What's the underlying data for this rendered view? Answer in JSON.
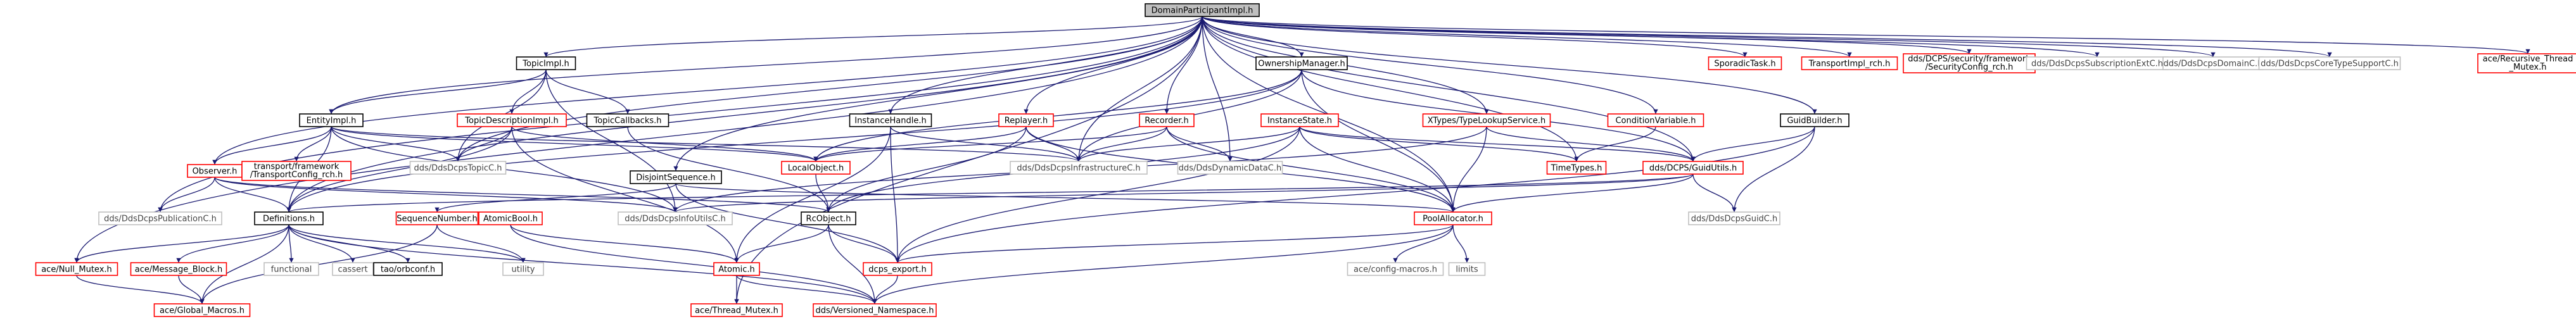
{
  "graph": {
    "title": "DomainParticipantImpl.h",
    "colors": {
      "edge": "#191970",
      "root_fill": "#bfbfbf",
      "root_border": "#000000",
      "documented_border": "#000000",
      "external_border": "#bfbfbf",
      "missing_border": "#ff0000",
      "text": "#000000",
      "muted_text": "#444444"
    },
    "nodes": [
      {
        "id": "root",
        "label": "DomainParticipantImpl.h",
        "kind": "root"
      },
      {
        "id": "topicimpl",
        "label": "TopicImpl.h",
        "kind": "documented"
      },
      {
        "id": "ownershipmgr",
        "label": "OwnershipManager.h",
        "kind": "documented"
      },
      {
        "id": "sporadic",
        "label": "SporadicTask.h",
        "kind": "missing"
      },
      {
        "id": "transportimplrch",
        "label": "TransportImpl_rch.h",
        "kind": "missing"
      },
      {
        "id": "secconfigrch",
        "label": "dds/DCPS/security/framework\n/SecurityConfig_rch.h",
        "kind": "missing"
      },
      {
        "id": "subscriptionext",
        "label": "dds/DdsDcpsSubscriptionExtC.h",
        "kind": "external"
      },
      {
        "id": "domainc",
        "label": "dds/DdsDcpsDomainC.h",
        "kind": "external"
      },
      {
        "id": "coretypesupport",
        "label": "dds/DdsDcpsCoreTypeSupportC.h",
        "kind": "external"
      },
      {
        "id": "recthreadmutex",
        "label": "ace/Recursive_Thread\n_Mutex.h",
        "kind": "missing"
      },
      {
        "id": "entityimpl",
        "label": "EntityImpl.h",
        "kind": "documented"
      },
      {
        "id": "topicdescimpl",
        "label": "TopicDescriptionImpl.h",
        "kind": "missing"
      },
      {
        "id": "topiccallbacks",
        "label": "TopicCallbacks.h",
        "kind": "documented"
      },
      {
        "id": "instancehandle",
        "label": "InstanceHandle.h",
        "kind": "documented"
      },
      {
        "id": "replayer",
        "label": "Replayer.h",
        "kind": "missing"
      },
      {
        "id": "recorder",
        "label": "Recorder.h",
        "kind": "missing"
      },
      {
        "id": "instancestate",
        "label": "InstanceState.h",
        "kind": "missing"
      },
      {
        "id": "xtypes",
        "label": "XTypes/TypeLookupService.h",
        "kind": "missing"
      },
      {
        "id": "condvar",
        "label": "ConditionVariable.h",
        "kind": "missing"
      },
      {
        "id": "guidbuilder",
        "label": "GuidBuilder.h",
        "kind": "documented"
      },
      {
        "id": "observer",
        "label": "Observer.h",
        "kind": "missing"
      },
      {
        "id": "transportconfigrch",
        "label": "transport/framework\n/TransportConfig_rch.h",
        "kind": "missing"
      },
      {
        "id": "topicc",
        "label": "dds/DdsDcpsTopicC.h",
        "kind": "external"
      },
      {
        "id": "localobject",
        "label": "LocalObject.h",
        "kind": "missing"
      },
      {
        "id": "infrastructurec",
        "label": "dds/DdsDcpsInfrastructureC.h",
        "kind": "external"
      },
      {
        "id": "dynamicdatac",
        "label": "dds/DdsDynamicDataC.h",
        "kind": "external"
      },
      {
        "id": "timetypes",
        "label": "TimeTypes.h",
        "kind": "missing"
      },
      {
        "id": "guidutils",
        "label": "dds/DCPS/GuidUtils.h",
        "kind": "missing"
      },
      {
        "id": "disjointseq",
        "label": "DisjointSequence.h",
        "kind": "documented"
      },
      {
        "id": "publicationc",
        "label": "dds/DdsDcpsPublicationC.h",
        "kind": "external"
      },
      {
        "id": "definitions",
        "label": "Definitions.h",
        "kind": "documented"
      },
      {
        "id": "seqnumber",
        "label": "SequenceNumber.h",
        "kind": "missing"
      },
      {
        "id": "atomicbool",
        "label": "AtomicBool.h",
        "kind": "missing"
      },
      {
        "id": "infoutilsc",
        "label": "dds/DdsDcpsInfoUtilsC.h",
        "kind": "external"
      },
      {
        "id": "rcobject",
        "label": "RcObject.h",
        "kind": "documented"
      },
      {
        "id": "pooledallocator",
        "label": "PoolAllocator.h",
        "kind": "missing"
      },
      {
        "id": "guidc",
        "label": "dds/DdsDcpsGuidC.h",
        "kind": "external"
      },
      {
        "id": "nullmutex",
        "label": "ace/Null_Mutex.h",
        "kind": "missing"
      },
      {
        "id": "messageblock",
        "label": "ace/Message_Block.h",
        "kind": "missing"
      },
      {
        "id": "functional",
        "label": "functional",
        "kind": "external"
      },
      {
        "id": "cassert",
        "label": "cassert",
        "kind": "external"
      },
      {
        "id": "taoorbconf",
        "label": "tao/orbconf.h",
        "kind": "documented"
      },
      {
        "id": "utility",
        "label": "utility",
        "kind": "external"
      },
      {
        "id": "atomic",
        "label": "Atomic.h",
        "kind": "missing"
      },
      {
        "id": "dcpsexport",
        "label": "dcps_export.h",
        "kind": "missing"
      },
      {
        "id": "aceconfigmacros",
        "label": "ace/config-macros.h",
        "kind": "external"
      },
      {
        "id": "limits",
        "label": "limits",
        "kind": "external"
      },
      {
        "id": "globalmacros",
        "label": "ace/Global_Macros.h",
        "kind": "missing"
      },
      {
        "id": "threadmutex",
        "label": "ace/Thread_Mutex.h",
        "kind": "missing"
      },
      {
        "id": "versionedns",
        "label": "dds/Versioned_Namespace.h",
        "kind": "missing"
      }
    ]
  }
}
